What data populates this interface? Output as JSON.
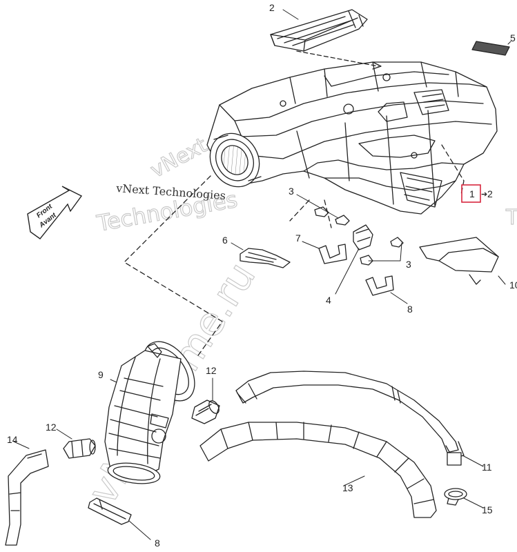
{
  "callouts": [
    "1",
    "2",
    "3",
    "3",
    "4",
    "5",
    "6",
    "7",
    "8",
    "8",
    "9",
    "10",
    "11",
    "12",
    "12",
    "13",
    "14",
    "15"
  ],
  "ref_box": {
    "number": "1",
    "arrow": "➔",
    "target": "2"
  },
  "front_badge": {
    "line1": "Front",
    "line2": "Avant"
  },
  "watermarks": {
    "brand_lines": [
      "vNext",
      "Technologies"
    ],
    "caption": "vNext Technologies",
    "site": "vNextreme.ru",
    "edge": "T"
  }
}
